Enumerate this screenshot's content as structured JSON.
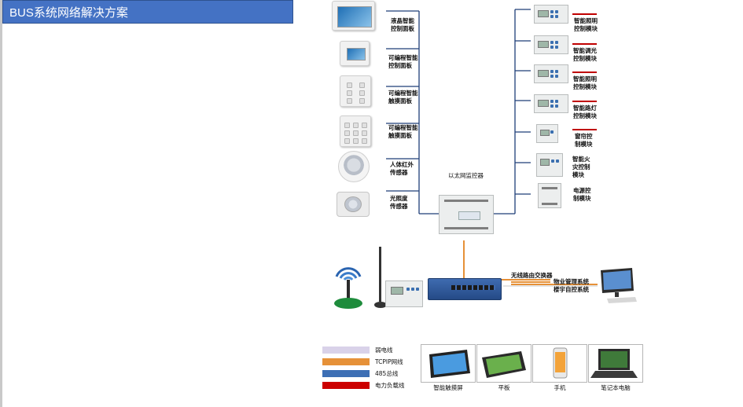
{
  "title": "BUS系统网络解决方案",
  "left_devices": [
    {
      "label": "液晶智能\n控制面板"
    },
    {
      "label": "可编程智能\n控制面板"
    },
    {
      "label": "可编程智能\n触摸面板"
    },
    {
      "label": "可编程智能\n触摸面板"
    },
    {
      "label": "人体红外\n传感器"
    },
    {
      "label": "光照度\n传感器"
    }
  ],
  "controller_label": "以太网监控器",
  "right_modules": [
    {
      "label": "智能照明\n控制模块"
    },
    {
      "label": "智能调光\n控制模块"
    },
    {
      "label": "智能照明\n控制模块"
    },
    {
      "label": "智能路灯\n控制模块"
    },
    {
      "label": "窗帘控\n制模块"
    },
    {
      "label": "智能火\n灾控制\n模块"
    },
    {
      "label": "电源控\n制模块"
    }
  ],
  "network": {
    "router_label": "无线路由交换器",
    "system1": "物业管理系统",
    "system2": "楼宇自控系统"
  },
  "legend": [
    {
      "label": "弱电线",
      "color": "#d9d2e9"
    },
    {
      "label": "TCPIP网线",
      "color": "#e69138"
    },
    {
      "label": "485总线",
      "color": "#3d6fb5"
    },
    {
      "label": "电力负载线",
      "color": "#cc0000"
    }
  ],
  "terminals": [
    {
      "label": "智能触摸屏"
    },
    {
      "label": "平板"
    },
    {
      "label": "手机"
    },
    {
      "label": "笔记本电脑"
    }
  ]
}
